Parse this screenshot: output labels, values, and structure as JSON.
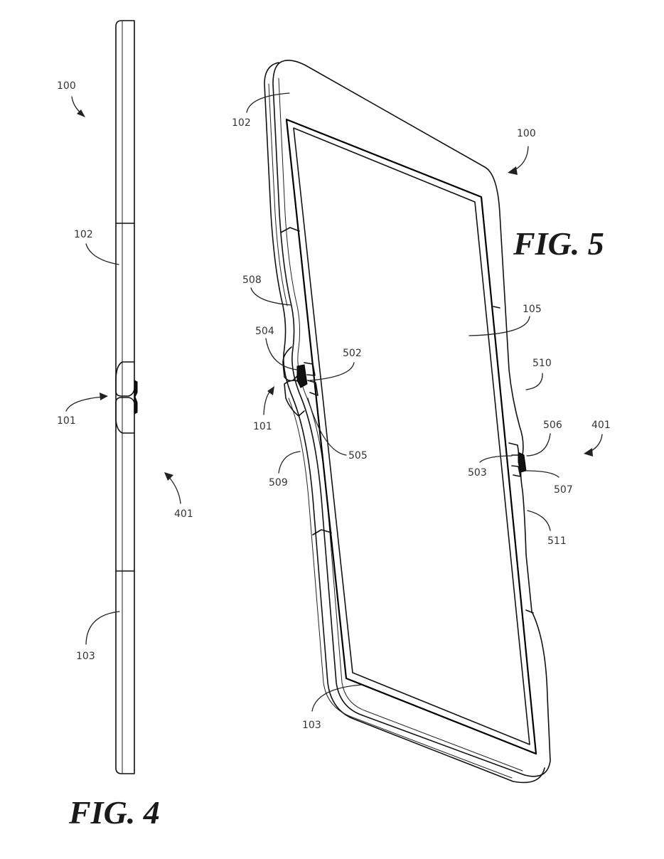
{
  "figures": [
    {
      "id": "fig4",
      "caption": "FIG. 4",
      "view": "side elevation",
      "reference_labels": [
        {
          "key": "device",
          "text": "100"
        },
        {
          "key": "first_housing",
          "text": "102"
        },
        {
          "key": "hinge",
          "text": "101"
        },
        {
          "key": "rear_side",
          "text": "401"
        },
        {
          "key": "second_housing",
          "text": "103"
        }
      ]
    },
    {
      "id": "fig5",
      "caption": "FIG. 5",
      "view": "perspective",
      "reference_labels": [
        {
          "key": "first_housing",
          "text": "102"
        },
        {
          "key": "device",
          "text": "100"
        },
        {
          "key": "display",
          "text": "105"
        },
        {
          "key": "edge_upper_left",
          "text": "508"
        },
        {
          "key": "hinge_part_504",
          "text": "504"
        },
        {
          "key": "hinge_part_502",
          "text": "502"
        },
        {
          "key": "hinge",
          "text": "101"
        },
        {
          "key": "hinge_part_505",
          "text": "505"
        },
        {
          "key": "edge_lower_left",
          "text": "509"
        },
        {
          "key": "edge_upper_right",
          "text": "510"
        },
        {
          "key": "hinge_part_506",
          "text": "506"
        },
        {
          "key": "rear_side",
          "text": "401"
        },
        {
          "key": "hinge_part_503",
          "text": "503"
        },
        {
          "key": "hinge_part_507",
          "text": "507"
        },
        {
          "key": "edge_lower_right",
          "text": "511"
        },
        {
          "key": "second_housing",
          "text": "103"
        }
      ]
    }
  ]
}
